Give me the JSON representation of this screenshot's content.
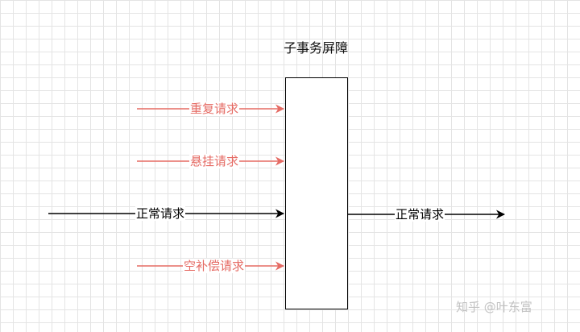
{
  "title": "子事务屏障",
  "requests": {
    "duplicate": "重复请求",
    "suspended": "悬挂请求",
    "normal_in": "正常请求",
    "null_compensation": "空补偿请求",
    "normal_out": "正常请求"
  },
  "watermark": "知乎 @叶东富",
  "colors": {
    "abnormal": "#e56b64",
    "normal": "#000000"
  }
}
